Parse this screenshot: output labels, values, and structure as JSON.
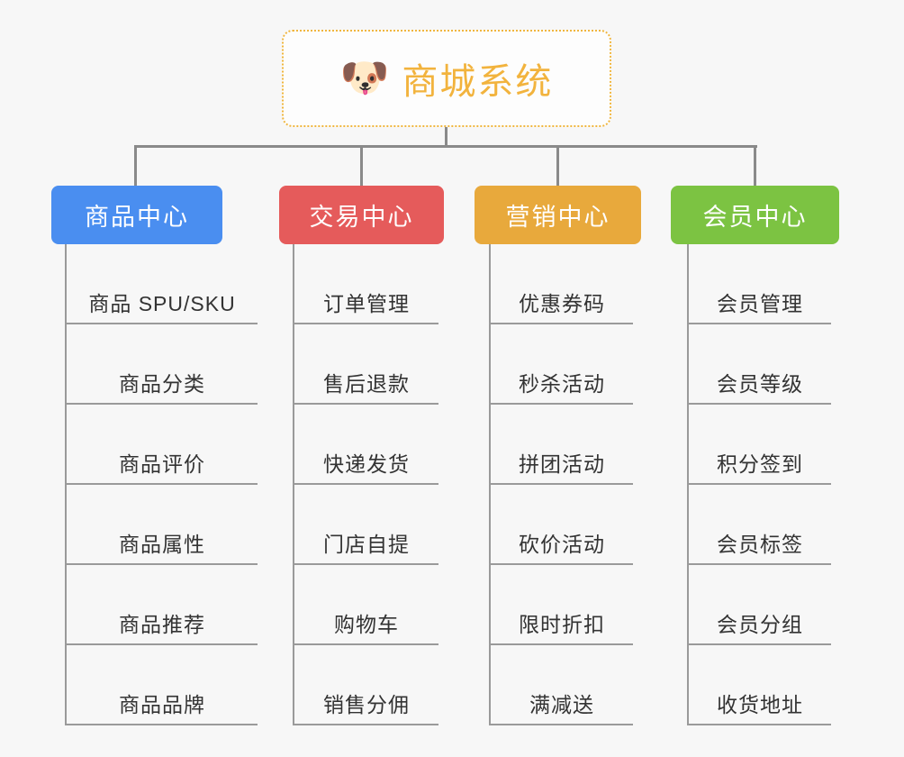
{
  "root": {
    "icon": "shiba-dog-face-emoji",
    "emoji": "🐶",
    "title": "商城系统",
    "accent_color": "#f2b33d",
    "border_color": "#f0b63f"
  },
  "canvas": {
    "background_color": "#f7f7f7",
    "connector_color": "#8a8a8a",
    "leaf_line_color": "#9a9a9a",
    "leaf_text_color": "#333333"
  },
  "branches": [
    {
      "label": "商品中心",
      "color": "#4a8ef0",
      "leaves": [
        "商品 SPU/SKU",
        "商品分类",
        "商品评价",
        "商品属性",
        "商品推荐",
        "商品品牌"
      ]
    },
    {
      "label": "交易中心",
      "color": "#e55b5b",
      "leaves": [
        "订单管理",
        "售后退款",
        "快递发货",
        "门店自提",
        "购物车",
        "销售分佣"
      ]
    },
    {
      "label": "营销中心",
      "color": "#e8a93c",
      "leaves": [
        "优惠券码",
        "秒杀活动",
        "拼团活动",
        "砍价活动",
        "限时折扣",
        "满减送"
      ]
    },
    {
      "label": "会员中心",
      "color": "#7cc342",
      "leaves": [
        "会员管理",
        "会员等级",
        "积分签到",
        "会员标签",
        "会员分组",
        "收货地址"
      ]
    }
  ]
}
